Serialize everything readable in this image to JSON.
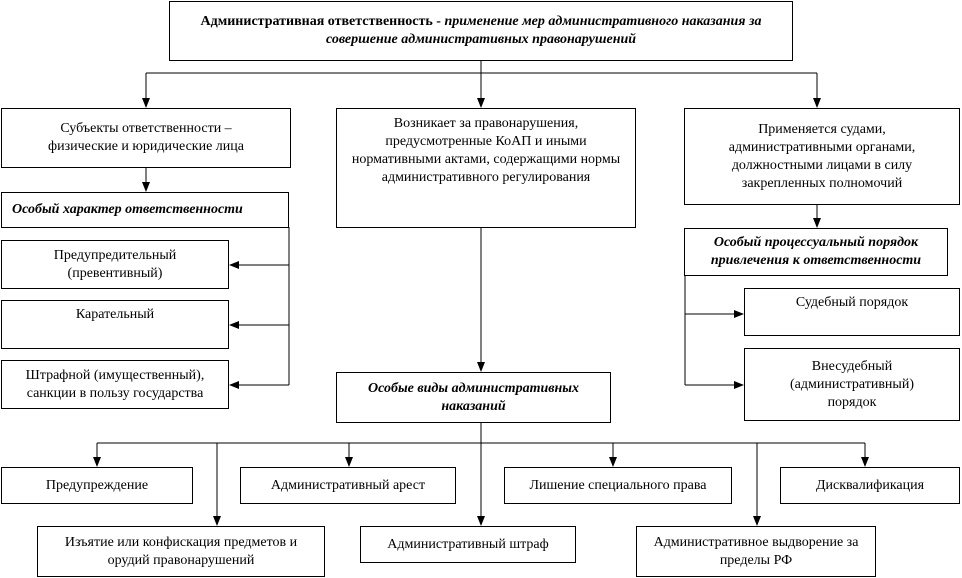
{
  "title": {
    "lead": "Административная ответственность  -  ",
    "emph": "применение мер административного наказания за совершение административных правонарушений"
  },
  "subjects": "Субъекты ответственности – физические и юридические лица",
  "arises": "Возникает за правонарушения, предусмотренные КоАП и иными нормативными актами, содержащими нормы административного регулирования",
  "applied": "Применяется судами, административными органами, должностными лицами в силу закрепленных полномочий",
  "special_character": "Особый характер ответственности",
  "preventive": "Предупредительный (превентивный)",
  "punitive": "Карательный",
  "fine_sanctions": "Штрафной (имущественный), санкции в пользу государства",
  "special_procedure": "Особый процессуальный порядок привлечения к ответственности",
  "judicial": "Судебный порядок",
  "extrajudicial": "Внесудебный (административный) порядок",
  "special_types": "Особые виды административных наказаний",
  "punishments": [
    "Предупреждение",
    "Административный арест",
    "Лишение специального права",
    "Дисквалификация",
    "Изъятие или конфискация  предметов и орудий правонарушений",
    "Административный штраф",
    "Административное выдворение за пределы РФ"
  ]
}
